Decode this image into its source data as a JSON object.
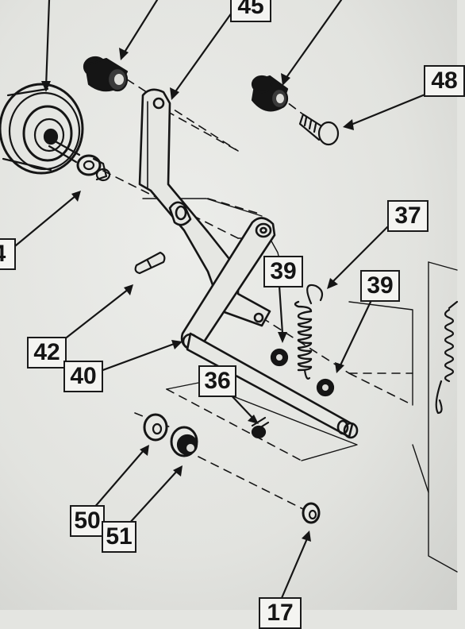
{
  "diagram": {
    "callouts": {
      "c45": "45",
      "c48": "48",
      "c37": "37",
      "c39a": "39",
      "c39b": "39",
      "c42": "42",
      "c40": "40",
      "c36": "36",
      "c50": "50",
      "c51": "51",
      "c4": "4",
      "c17": "17"
    }
  },
  "colors": {
    "ink": "#151515",
    "paper": "#e4e5e1"
  }
}
